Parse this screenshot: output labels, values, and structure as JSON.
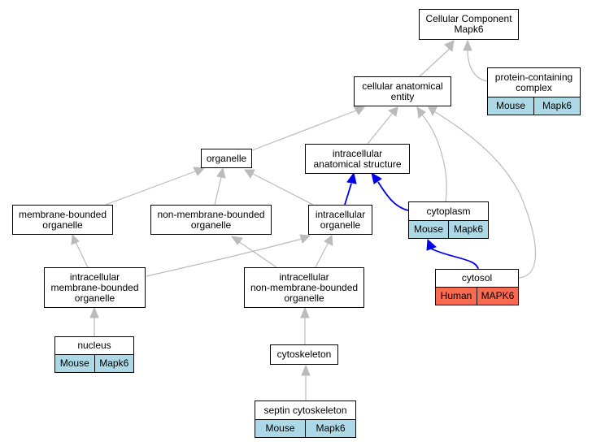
{
  "colors": {
    "edge_default": "#bbbbbb",
    "edge_highlight": "#0000ee",
    "tag_mouse": "#add8e6",
    "tag_human": "#fa6a51",
    "node_border": "#000000",
    "background": "#ffffff"
  },
  "nodes": {
    "cc_mapk6": {
      "line1": "Cellular Component",
      "line2": "Mapk6"
    },
    "protein_containing_complex": {
      "line1": "protein-containing",
      "line2": "complex",
      "species": "Mouse",
      "gene": "Mapk6"
    },
    "cellular_anatomical_entity": {
      "line1": "cellular anatomical",
      "line2": "entity"
    },
    "organelle": {
      "line1": "organelle"
    },
    "intracellular_anatomical_structure": {
      "line1": "intracellular",
      "line2": "anatomical structure"
    },
    "cytoplasm": {
      "line1": "cytoplasm",
      "species": "Mouse",
      "gene": "Mapk6"
    },
    "membrane_bounded_organelle": {
      "line1": "membrane-bounded",
      "line2": "organelle"
    },
    "non_membrane_bounded_organelle": {
      "line1": "non-membrane-bounded",
      "line2": "organelle"
    },
    "intracellular_organelle": {
      "line1": "intracellular",
      "line2": "organelle"
    },
    "cytosol": {
      "line1": "cytosol",
      "species": "Human",
      "gene": "MAPK6"
    },
    "intracellular_membrane_bounded_organelle": {
      "line1": "intracellular",
      "line2": "membrane-bounded",
      "line3": "organelle"
    },
    "intracellular_non_membrane_bounded_organelle": {
      "line1": "intracellular",
      "line2": "non-membrane-bounded",
      "line3": "organelle"
    },
    "nucleus": {
      "line1": "nucleus",
      "species": "Mouse",
      "gene": "Mapk6"
    },
    "cytoskeleton": {
      "line1": "cytoskeleton"
    },
    "septin_cytoskeleton": {
      "line1": "septin cytoskeleton",
      "species": "Mouse",
      "gene": "Mapk6"
    }
  }
}
